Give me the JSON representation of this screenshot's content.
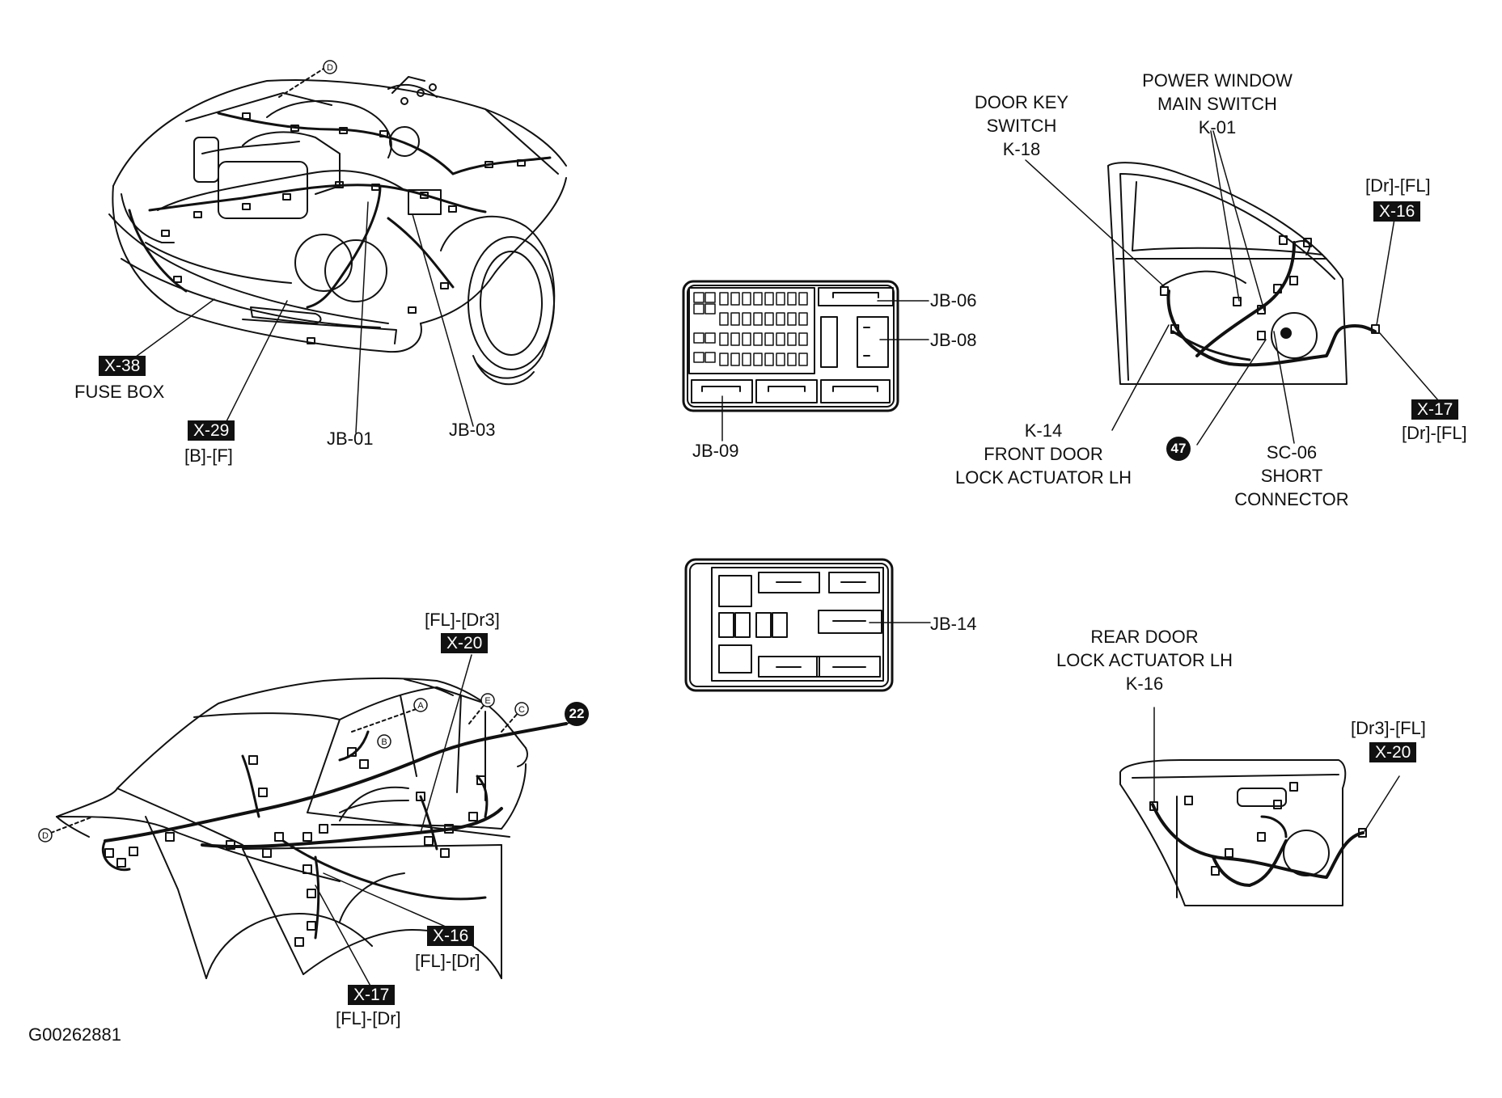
{
  "figure_id": "G00262881",
  "labels": {
    "fuse_box": "FUSE BOX",
    "x38": "X-38",
    "x29": "X-29",
    "x29_sub": "[B]-[F]",
    "jb01": "JB-01",
    "jb03": "JB-03",
    "jb06": "JB-06",
    "jb08": "JB-08",
    "jb09": "JB-09",
    "jb14": "JB-14",
    "door_key_switch": [
      "DOOR KEY",
      "SWITCH",
      "K-18"
    ],
    "power_window_switch": [
      "POWER WINDOW",
      "MAIN SWITCH",
      "K-01"
    ],
    "x16_top_sub": "[Dr]-[FL]",
    "x16_top": "X-16",
    "x17_right": "X-17",
    "x17_right_sub": "[Dr]-[FL]",
    "front_door_actuator": [
      "K-14",
      "FRONT DOOR",
      "LOCK ACTUATOR LH"
    ],
    "circle_47": "47",
    "short_connector": [
      "SC-06",
      "SHORT",
      "CONNECTOR"
    ],
    "x20_top_sub": "[FL]-[Dr3]",
    "x20_top": "X-20",
    "circle_22": "22",
    "x16_bottom": "X-16",
    "x16_bottom_sub": "[FL]-[Dr]",
    "x17_bottom": "X-17",
    "x17_bottom_sub": "[FL]-[Dr]",
    "rear_door_actuator": [
      "REAR DOOR",
      "LOCK ACTUATOR LH",
      "K-16"
    ],
    "x20_right_sub": "[Dr3]-[FL]",
    "x20_right": "X-20"
  },
  "refs": {
    "d_top": "D",
    "d_bottom": "D",
    "a": "A",
    "b": "B",
    "c": "C",
    "e": "E"
  }
}
